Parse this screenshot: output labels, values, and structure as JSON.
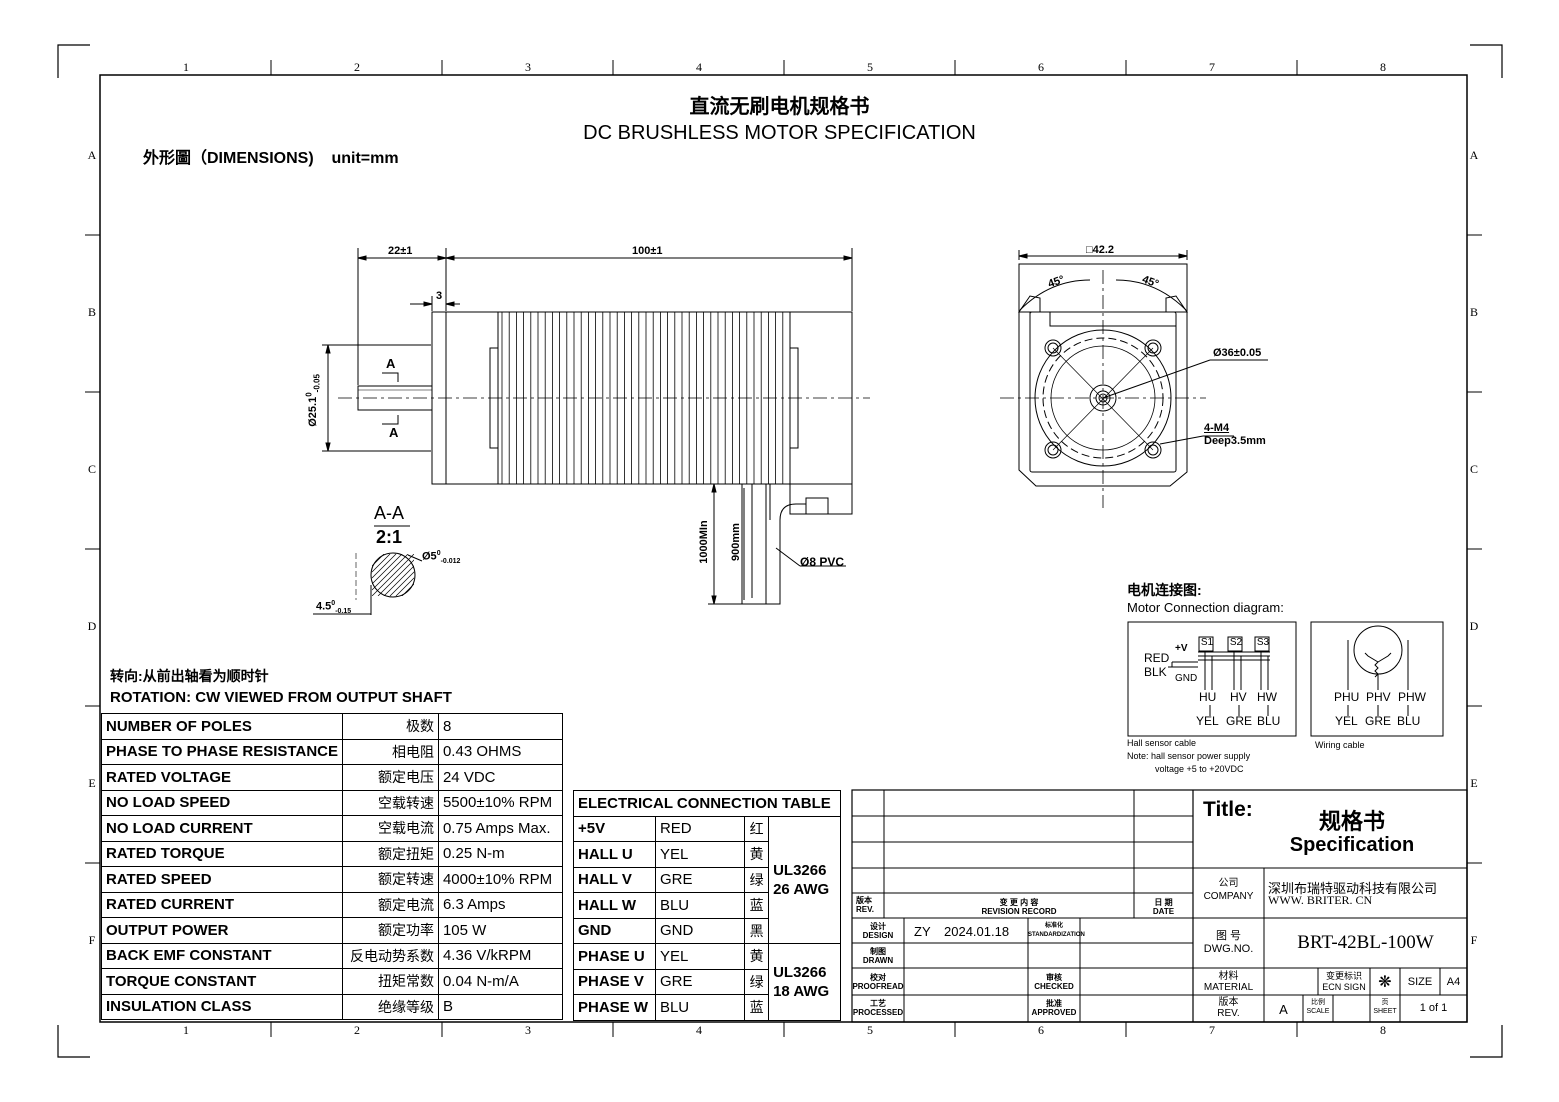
{
  "header": {
    "title_cn": "直流无刷电机规格书",
    "title_en": "DC BRUSHLESS MOTOR SPECIFICATION",
    "dimensions_label": "外形圖（DIMENSIONS)    unit=mm"
  },
  "border": {
    "cols": [
      "1",
      "2",
      "3",
      "4",
      "5",
      "6",
      "7",
      "8"
    ],
    "rows": [
      "A",
      "B",
      "C",
      "D",
      "E",
      "F"
    ]
  },
  "side_view": {
    "dim_shaft": "22±1",
    "dim_body": "100±1",
    "dim_step": "3",
    "dim_diameter": "Ø25.1",
    "dim_diameter_tol_upper": "0",
    "dim_diameter_tol_lower": "-0.05",
    "section_label_top": "A",
    "section_label_bottom": "A",
    "cable_len_1": "1000MIn",
    "cable_len_2": "900mm",
    "cable_label": "Ø8 PVC"
  },
  "section_view": {
    "title": "A-A",
    "scale": "2:1",
    "dim_dia": "Ø5",
    "dim_dia_tol_upper": "0",
    "dim_dia_tol_lower": "-0.012",
    "dim_flat": "4.5",
    "dim_flat_tol_upper": "0",
    "dim_flat_tol_lower": "-0.15"
  },
  "front_view": {
    "dim_square": "□42.2",
    "angle_left": "45°",
    "angle_right": "45°",
    "dim_pilot": "Ø36±0.05",
    "holes": "4-M4",
    "hole_depth": "Deep3.5mm"
  },
  "rotation": {
    "cn": "转向:从前出轴看为顺时针",
    "en": "ROTATION: CW VIEWED FROM OUTPUT SHAFT"
  },
  "specs": [
    {
      "name": "NUMBER OF POLES",
      "cn": "极数",
      "value": "8"
    },
    {
      "name": "PHASE  TO PHASE RESISTANCE",
      "cn": "相电阻",
      "value": "0.43 OHMS"
    },
    {
      "name": "RATED VOLTAGE",
      "cn": "额定电压",
      "value": "24 VDC"
    },
    {
      "name": "NO LOAD SPEED",
      "cn": "空载转速",
      "value": "5500±10% RPM"
    },
    {
      "name": "NO LOAD CURRENT",
      "cn": "空载电流",
      "value": "0.75 Amps Max."
    },
    {
      "name": "RATED TORQUE",
      "cn": "额定扭矩",
      "value": "0.25 N-m"
    },
    {
      "name": "RATED SPEED",
      "cn": "额定转速",
      "value": "4000±10% RPM"
    },
    {
      "name": "RATED CURRENT",
      "cn": "额定电流",
      "value": "6.3 Amps"
    },
    {
      "name": "OUTPUT POWER",
      "cn": "额定功率",
      "value": "105 W"
    },
    {
      "name": "BACK EMF CONSTANT",
      "cn": "反电动势系数",
      "value": "4.36 V/kRPM"
    },
    {
      "name": "TORQUE CONSTANT",
      "cn": "扭矩常数",
      "value": "0.04 N-m/A"
    },
    {
      "name": "INSULATION CLASS",
      "cn": "绝缘等级",
      "value": "B"
    }
  ],
  "electrical": {
    "title": "ELECTRICAL  CONNECTION  TABLE",
    "rows": [
      {
        "signal": "+5V",
        "color": "RED",
        "cn": "红"
      },
      {
        "signal": "HALL U",
        "color": "YEL",
        "cn": "黄"
      },
      {
        "signal": "HALL V",
        "color": "GRE",
        "cn": "绿"
      },
      {
        "signal": "HALL W",
        "color": "BLU",
        "cn": "蓝"
      },
      {
        "signal": "GND",
        "color": "GND",
        "cn": "黑"
      },
      {
        "signal": "PHASE U",
        "color": "YEL",
        "cn": "黄"
      },
      {
        "signal": "PHASE V",
        "color": "GRE",
        "cn": "绿"
      },
      {
        "signal": "PHASE W",
        "color": "BLU",
        "cn": "蓝"
      }
    ],
    "group1_line1": "UL3266",
    "group1_line2": "26 AWG",
    "group2_line1": "UL3266",
    "group2_line2": "18 AWG"
  },
  "connection": {
    "title_cn": "电机连接图:",
    "title_en": "Motor Connection diagram:",
    "plus_v": "+V",
    "red": "RED",
    "blk": "BLK",
    "gnd": "GND",
    "s1": "S1",
    "s2": "S2",
    "s3": "S3",
    "hu": "HU",
    "hv": "HV",
    "hw": "HW",
    "yel": "YEL",
    "gre": "GRE",
    "blu": "BLU",
    "phu": "PHU",
    "phv": "PHV",
    "phw": "PHW",
    "hall_caption": "Hall sensor cable",
    "note_line1": "Note: hall sensor power supply",
    "note_line2": "voltage +5 to +20VDC",
    "wiring_caption": "Wiring cable"
  },
  "titleblock": {
    "rev_cn": "版本",
    "rev_en": "REV.",
    "record_cn": "变 更 内 容",
    "record_en": "REVISION RECORD",
    "date_cn": "日 期",
    "date_en": "DATE",
    "design_cn": "设计",
    "design_en": "DESIGN",
    "designer": "ZY",
    "design_date": "2024.01.18",
    "std_cn": "标准化",
    "std_en": "STANDARDIZATION",
    "drawn_cn": "制图",
    "drawn_en": "DRAWN",
    "proof_cn": "校对",
    "proof_en": "PROOFREAD",
    "checked_cn": "审核",
    "checked_en": "CHECKED",
    "process_cn": "工艺",
    "process_en": "PROCESSED",
    "approved_cn": "批准",
    "approved_en": "APPROVED",
    "title_label": "Title:",
    "title_cn": "规格书",
    "title_en": "Specification",
    "company_cn": "公司",
    "company_en": "COMPANY",
    "company_name": "深圳布瑞特驱动科技有限公司",
    "company_web": "WWW. BRITER. CN",
    "dwg_cn": "图 号",
    "dwg_en": "DWG.NO.",
    "dwg_no": "BRT-42BL-100W",
    "material_cn": "材料",
    "material_en": "MATERIAL",
    "ecn_cn": "变更标识",
    "ecn_en": "ECN SIGN",
    "ecn_mark": "❋",
    "size_label": "SIZE",
    "size": "A4",
    "rev2_cn": "版本",
    "rev2_en": "REV.",
    "rev": "A",
    "scale_cn": "比例",
    "scale_en": "SCALE",
    "sheet_cn": "页",
    "sheet_en": "SHEET",
    "sheet": "1 of 1"
  }
}
